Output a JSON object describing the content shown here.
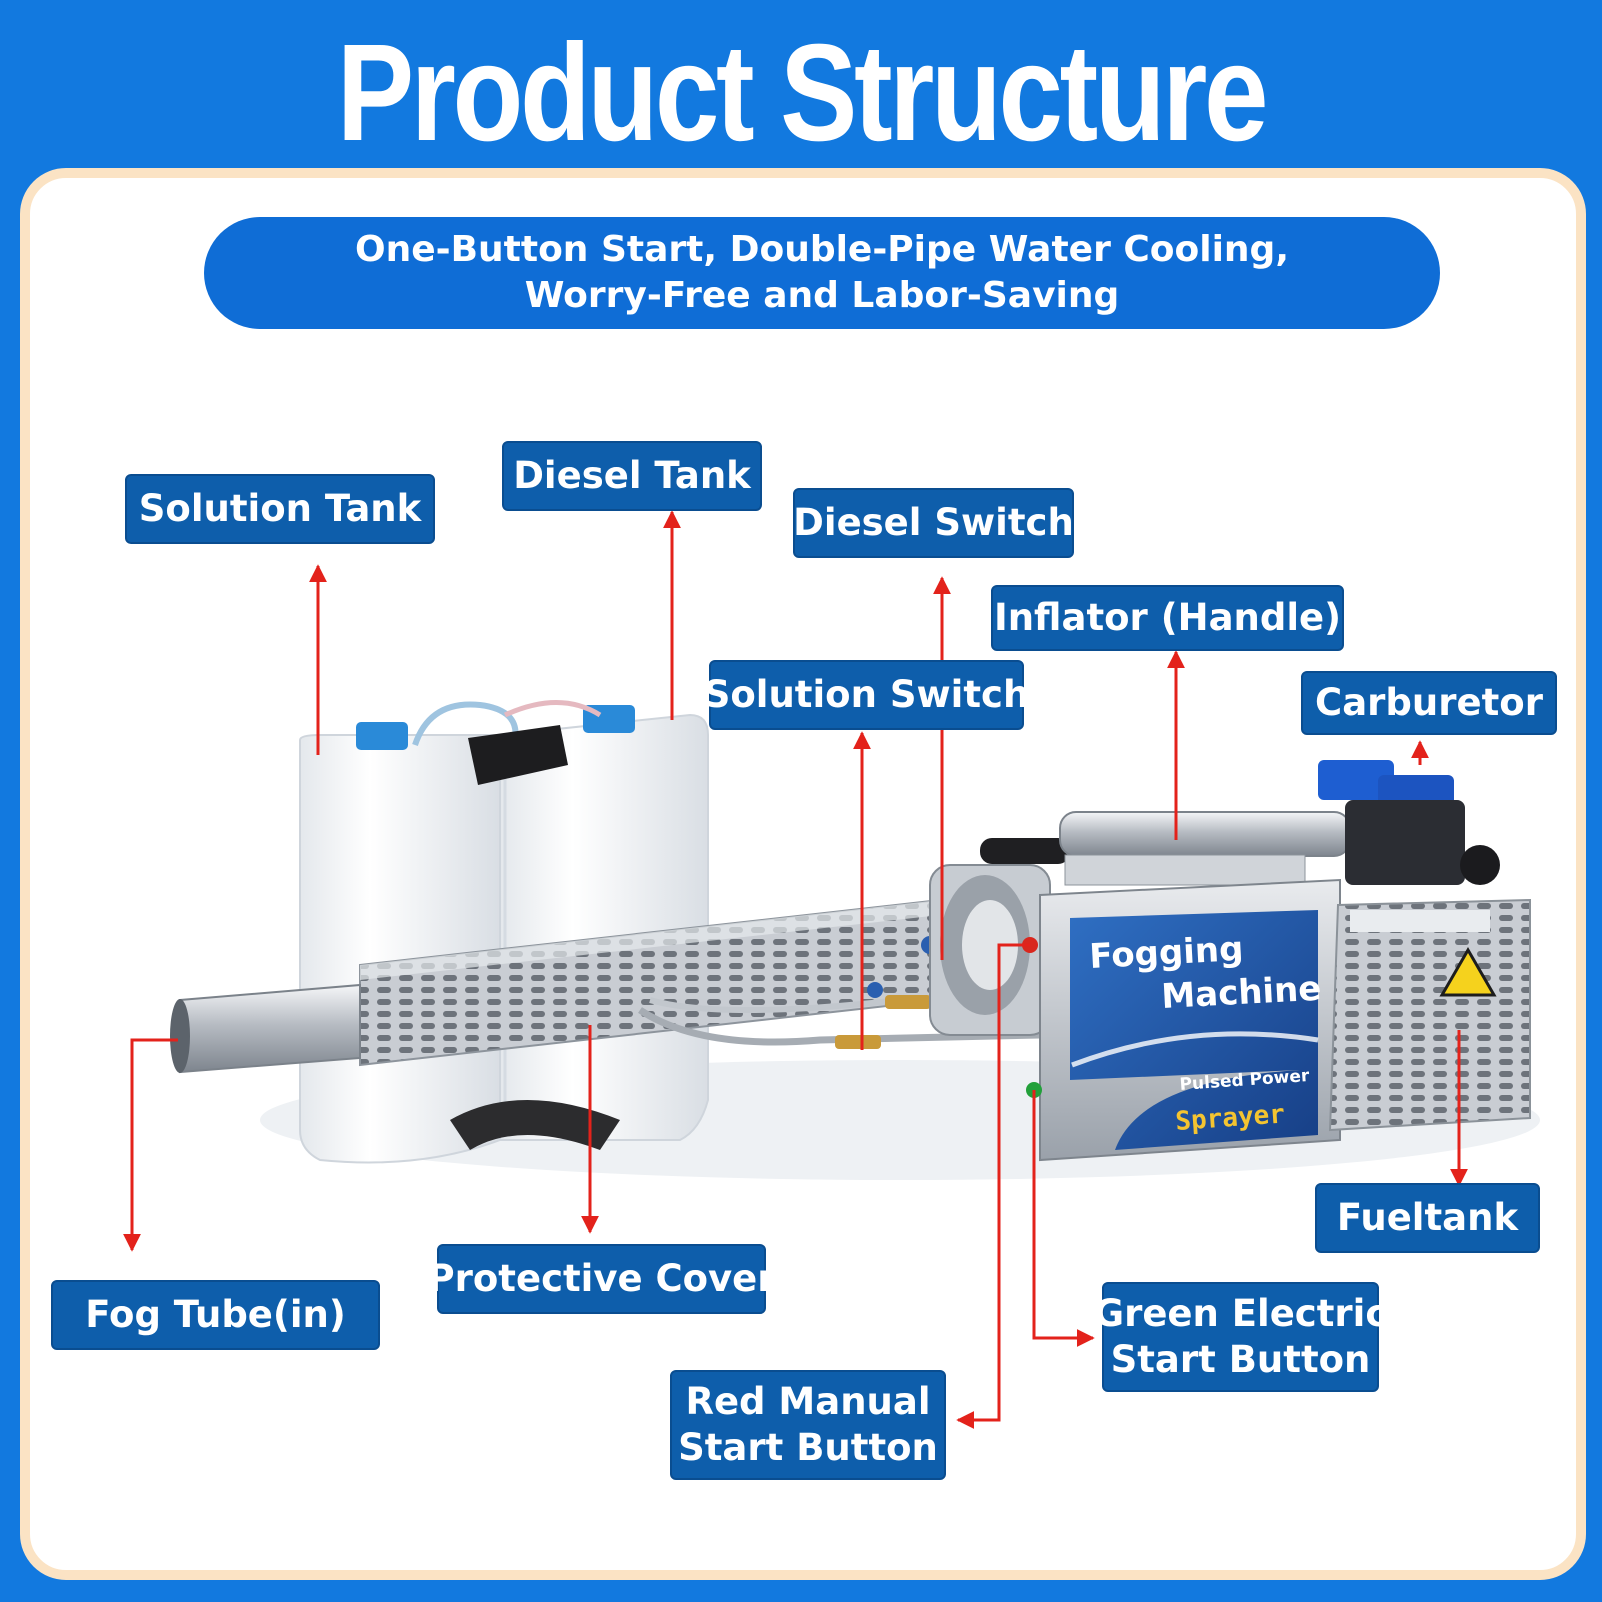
{
  "title": "Product Structure",
  "subtitle": {
    "line1": "One-Button Start, Double-Pipe Water Cooling,",
    "line2": "Worry-Free and Labor-Saving"
  },
  "product_labels": {
    "brand_line1": "Fogging",
    "brand_line2": "Machine",
    "power": "Pulsed Power",
    "model": "Sprayer"
  },
  "callouts": {
    "solution_tank": "Solution Tank",
    "diesel_tank": "Diesel Tank",
    "diesel_switch": "Diesel Switch",
    "inflator_handle": "Inflator (Handle)",
    "solution_switch": "Solution Switch",
    "carburetor": "Carburetor",
    "fueltank": "Fueltank",
    "fog_tube": "Fog Tube(in)",
    "protective_cover": "Protective Cover",
    "green_button_line1": "Green Electric",
    "green_button_line2": "Start Button",
    "red_button_line1": "Red Manual",
    "red_button_line2": "Start Button"
  },
  "colors": {
    "background": "#1279df",
    "panel_border": "#fbe3c4",
    "callout": "#0e5eab",
    "arrow": "#e3221b"
  }
}
